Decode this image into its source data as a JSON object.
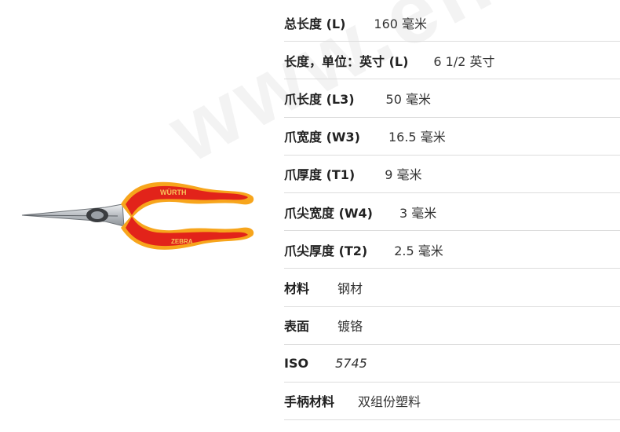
{
  "specs": [
    {
      "label": "总长度 (L)",
      "value": "160 毫米"
    },
    {
      "label": "长度，单位：英寸 (L)",
      "value": "6 1/2 英寸"
    },
    {
      "label": "爪长度 (L3)",
      "value": "50 毫米"
    },
    {
      "label": "爪宽度 (W3)",
      "value": "16.5 毫米"
    },
    {
      "label": "爪厚度 (T1)",
      "value": "9 毫米"
    },
    {
      "label": "爪尖宽度 (W4)",
      "value": "3 毫米"
    },
    {
      "label": "爪尖厚度 (T2)",
      "value": "2.5 毫米"
    },
    {
      "label": "材料",
      "value": "钢材"
    },
    {
      "label": "表面",
      "value": "镀铬"
    },
    {
      "label": "ISO",
      "value": "5745"
    },
    {
      "label": "手柄材料",
      "value": "双组份塑料"
    }
  ],
  "product": {
    "brand_upper": "WÜRTH",
    "brand_lower": "ZEBRA"
  },
  "watermark": "www.ehsy.com",
  "colors": {
    "handle_red": "#e2231a",
    "handle_orange": "#f7a51c",
    "metal": "#c9ccd0"
  }
}
